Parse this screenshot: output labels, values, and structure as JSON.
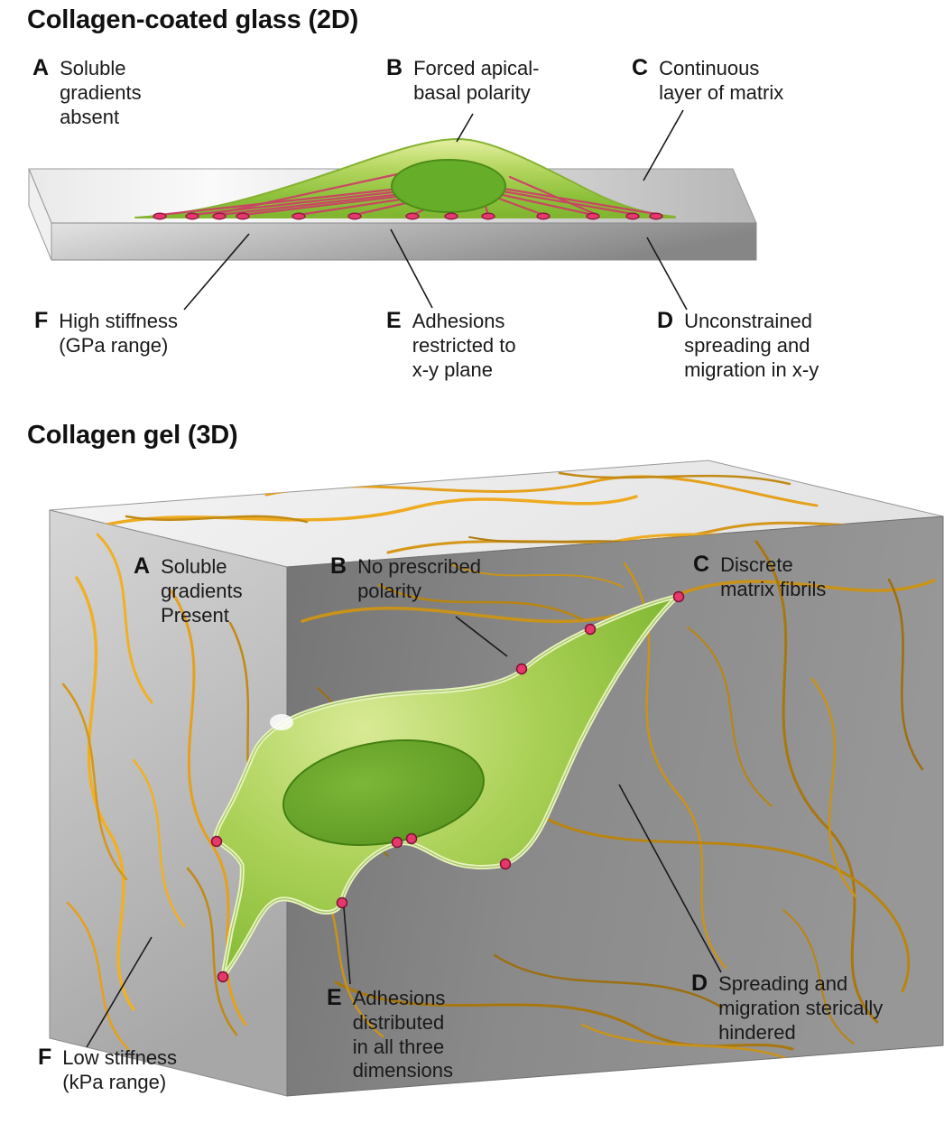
{
  "section_2d": {
    "title": "Collagen-coated glass (2D)",
    "labels": {
      "A": {
        "letter": "A",
        "text": "Soluble\ngradients\nabsent"
      },
      "B": {
        "letter": "B",
        "text": "Forced apical-\nbasal polarity"
      },
      "C": {
        "letter": "C",
        "text": "Continuous\nlayer of matrix"
      },
      "D": {
        "letter": "D",
        "text": "Unconstrained\nspreading and\nmigration in x-y"
      },
      "E": {
        "letter": "E",
        "text": "Adhesions\nrestricted to\nx-y plane"
      },
      "F": {
        "letter": "F",
        "text": "High stiffness\n(GPa range)"
      }
    }
  },
  "section_3d": {
    "title": "Collagen gel (3D)",
    "labels": {
      "A": {
        "letter": "A",
        "text": "Soluble\ngradients\nPresent"
      },
      "B": {
        "letter": "B",
        "text": "No prescribed\npolarity"
      },
      "C": {
        "letter": "C",
        "text": "Discrete\nmatrix fibrils"
      },
      "D": {
        "letter": "D",
        "text": "Spreading and\nmigration sterically\nhindered"
      },
      "E": {
        "letter": "E",
        "text": "Adhesions\ndistributed\nin all three\ndimensions"
      },
      "F": {
        "letter": "F",
        "text": "Low stiffness\n(kPa range)"
      }
    }
  },
  "colors": {
    "cell_green": "#8bbd3a",
    "cell_rim_green": "#e7f2bd",
    "nucleus_green": "#5f9e24",
    "adhesion_red": "#e5396c",
    "stress_fiber_red": "#cf3a68",
    "fibril_orange": "#eda922",
    "fibril_brown": "#a8780f",
    "glass_gray": "#c4c4c4",
    "gel_top_gray": "#ededed",
    "gel_left_gray": "#c2c2c2",
    "gel_front_gray": "#8a8a8a",
    "text_black": "#1a1a1a"
  }
}
